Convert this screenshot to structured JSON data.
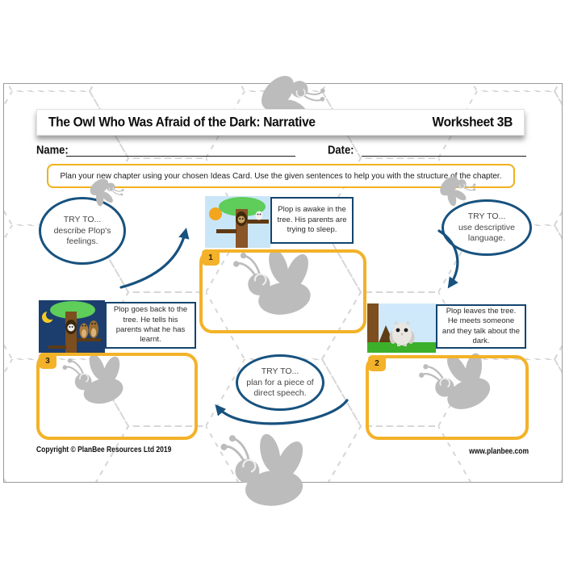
{
  "header": {
    "title": "The Owl Who Was Afraid of the Dark: Narrative",
    "worksheet_label": "Worksheet 3B"
  },
  "fields": {
    "name_label": "Name:",
    "date_label": "Date:"
  },
  "instruction": "Plan your new chapter using your chosen Ideas Card. Use the given sentences to help you with the structure of the chapter.",
  "bubbles": [
    {
      "title": "TRY TO...",
      "body": "describe Plop's feelings."
    },
    {
      "title": "TRY TO...",
      "body": "use descriptive language."
    },
    {
      "title": "TRY TO...",
      "body": "plan for a piece of direct speech."
    }
  ],
  "cards": [
    {
      "number": "1",
      "caption": "Plop is awake in the tree. His parents are trying to sleep.",
      "scene": "daytime-tree-with-owl-family"
    },
    {
      "number": "2",
      "caption": "Plop leaves the tree. He meets someone and they talk about the dark.",
      "scene": "owl-on-the-ground"
    },
    {
      "number": "3",
      "caption": "Plop goes back to the tree. He tells his parents what he has learnt.",
      "scene": "night-tree-owl-family"
    }
  ],
  "footer": {
    "copyright": "Copyright © PlanBee Resources Ltd 2019",
    "website": "www.planbee.com"
  },
  "colors": {
    "navy": "#17527F",
    "yellow_accent": "#F3B229",
    "bee_gray": "#BCBCBC",
    "sky_day": "#C9E6F8",
    "sky_night": "#1C3E6E",
    "grass_green": "#3CB02A",
    "canopy_green": "#5ECD5A",
    "trunk_brown": "#7D4E1F",
    "sun_orange": "#F2A51D",
    "moon_yellow": "#F5C928"
  }
}
